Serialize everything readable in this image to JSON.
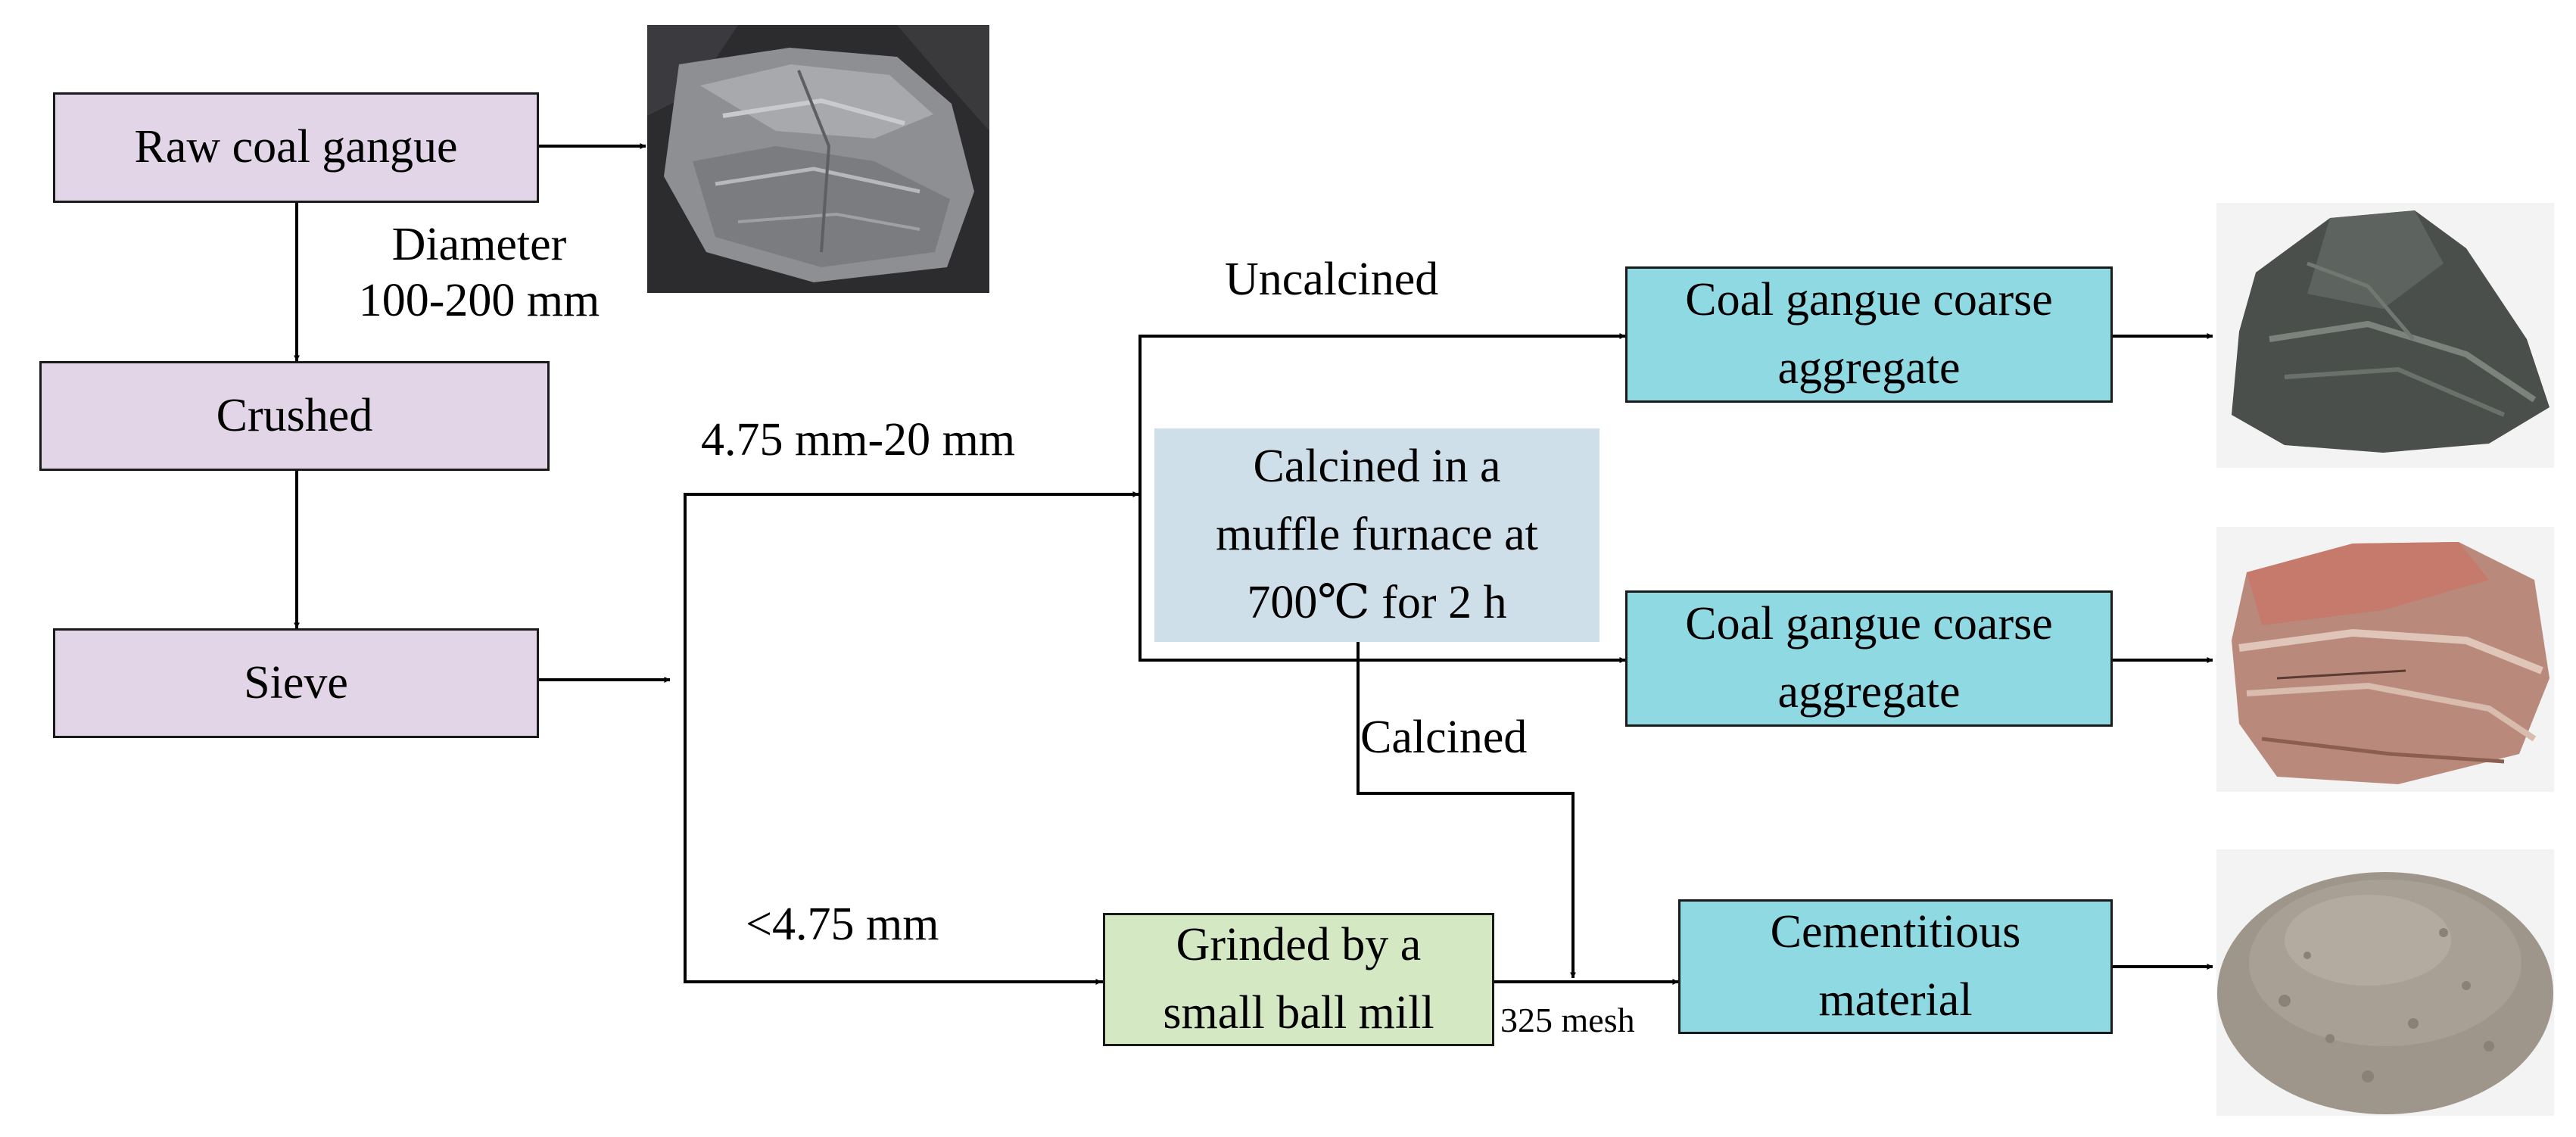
{
  "nodes": {
    "raw": "Raw coal gangue",
    "crushed": "Crushed",
    "sieve": "Sieve",
    "coarse_uncalcined": "Coal gangue coarse\naggregate",
    "calcine_step": "Calcined in a\nmuffle furnace at\n700℃ for 2 h",
    "coarse_calcined": "Coal gangue coarse\naggregate",
    "grind_step": "Grinded by a\nsmall ball mill",
    "cementitious": "Cementitious\nmaterial"
  },
  "labels": {
    "diameter": "Diameter\n100-200 mm",
    "coarse_range": "4.75 mm-20 mm",
    "fine_range": "<4.75 mm",
    "uncalcined": "Uncalcined",
    "calcined": "Calcined",
    "mesh": "325 mesh"
  },
  "photos": {
    "raw_coal_gangue": "raw-coal-gangue-photo",
    "uncalcined_aggregate": "uncalcined-aggregate-photo",
    "calcined_aggregate": "calcined-aggregate-photo",
    "cementitious_powder": "cementitious-powder-photo"
  },
  "colors": {
    "raw_node": "#e1d5e7",
    "product_node": "#8fd9e3",
    "calcine_node": "#cfdfea",
    "grind_node": "#d5e8c4"
  }
}
